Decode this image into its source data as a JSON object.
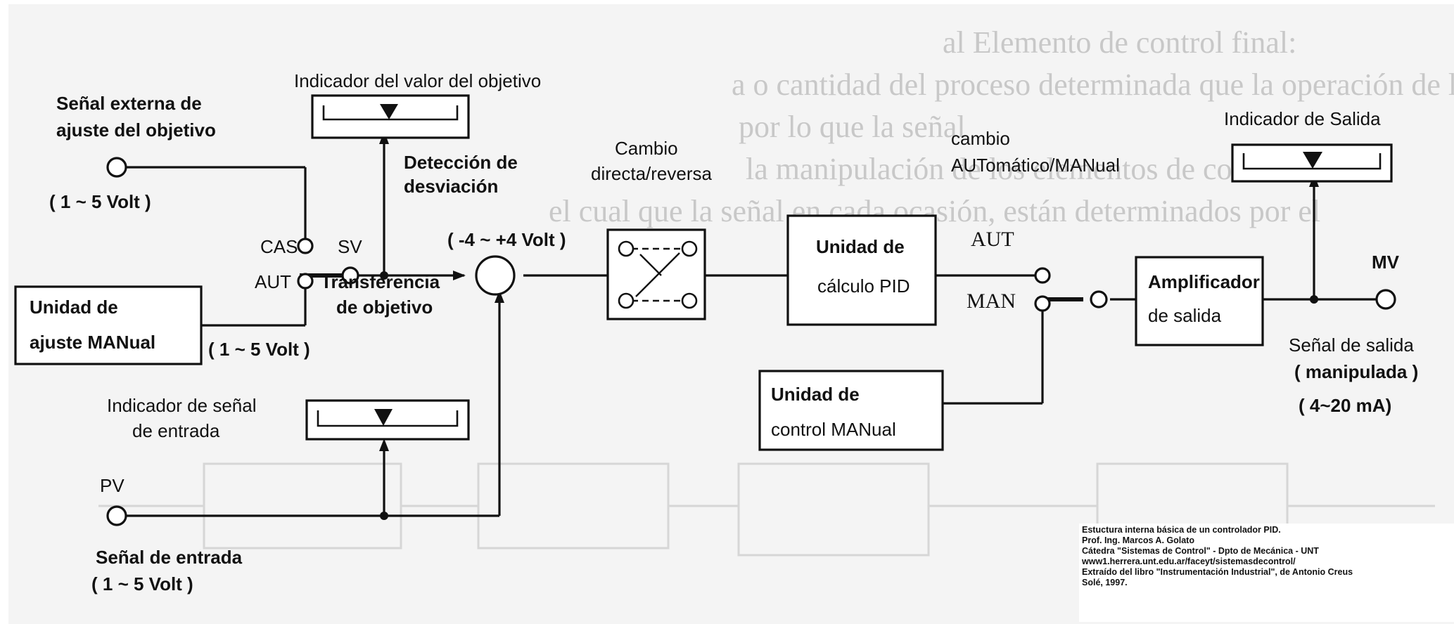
{
  "labels": {
    "indicador_objetivo": "Indicador del valor del objetivo",
    "senal_externa_1": "Señal externa de",
    "senal_externa_2": "ajuste del objetivo",
    "volt_1_5_a": "( 1 ~  5 Volt )",
    "cas": "CAS",
    "sv": "SV",
    "aut_left": "AUT",
    "transferencia_1": "Transferencia",
    "transferencia_2": "de objetivo",
    "unidad_manual_1": "Unidad de",
    "unidad_manual_2": "ajuste  MANual",
    "volt_1_5_b": "( 1 ~  5 Volt )",
    "deteccion_1": "Detección de",
    "deteccion_2": "desviación",
    "volt_4_4": "( -4 ~  +4 Volt )",
    "cambio_1": "Cambio",
    "cambio_2": "directa/reversa",
    "pid_1": "Unidad de",
    "pid_2": "cálculo PID",
    "auto_man_1": "cambio",
    "auto_man_2": "AUTomático/MANual",
    "aut_right": "AUT",
    "man_right": "MAN",
    "control_manual_1": "Unidad de",
    "control_manual_2": "control MANual",
    "amplificador_1": "Amplificador",
    "amplificador_2": "de salida",
    "indicador_salida": "Indicador de Salida",
    "mv": "MV",
    "senal_salida_1": "Señal de salida",
    "senal_salida_2": "( manipulada )",
    "senal_salida_3": "( 4~20 mA)",
    "indicador_entrada_1": "Indicador de señal",
    "indicador_entrada_2": "de entrada",
    "pv": "PV",
    "senal_entrada_1": "Señal de entrada",
    "senal_entrada_2": "( 1 ~  5 Volt )"
  },
  "credit": {
    "line1": "Estuctura interna básica de un controlador PID.",
    "line2": "Prof. Ing. Marcos A. Golato",
    "line3": "Cátedra \"Sistemas de Control\" - Dpto de Mecánica - UNT",
    "line4": "www1.herrera.unt.edu.ar/faceyt/sistemasdecontrol/",
    "line5": "Extraído del libro \"Instrumentación Industrial\", de Antonio Creus",
    "line6": "Solé, 1997."
  },
  "background_text": {
    "line1": "al Elemento de control final:",
    "line2": "a o cantidad del proceso determinada que la operación de la variable manipulada",
    "line3": "por lo que la señal",
    "line4": "la manipulación de los elementos de control",
    "line5": "el cual que la señal en cada ocasión, están determinados por el"
  },
  "colors": {
    "ink": "#111111",
    "paper": "#f4f4f4",
    "ghost": "#c8c8c8"
  }
}
